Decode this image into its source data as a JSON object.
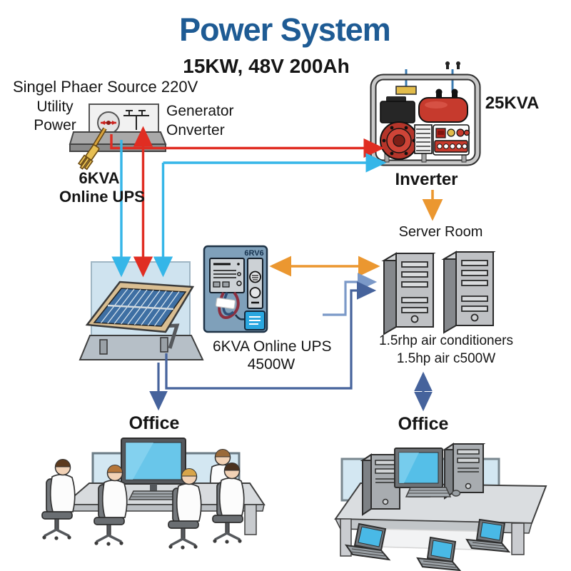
{
  "title": "Power System",
  "subtitle": "15KW, 48V 200Ah",
  "top_left": {
    "source_line": "Singel Phaer Source 220V",
    "utility_line1": "Utility",
    "utility_line2": "Power",
    "gen_conv_line1": "Generator",
    "gen_conv_line2": "Onverter",
    "ups_line1": "6KVA",
    "ups_line2": "Online UPS"
  },
  "generator": {
    "rating": "25KVA",
    "label": "Inverter"
  },
  "server_room": {
    "label": "Server Room",
    "ac_line1": "1.5rhp air conditioners",
    "ac_line2": "1.5hp air c500W"
  },
  "ups_unit": {
    "tag": "6RV6",
    "caption_line1": "6KVA Online UPS",
    "caption_line2": "4500W"
  },
  "offices": {
    "left_label": "Office",
    "right_label": "Office"
  },
  "colors": {
    "title_blue": "#1e5b94",
    "arrow_red": "#e02d22",
    "arrow_cyan": "#35b6e8",
    "arrow_orange": "#eb9730",
    "arrow_steel": "#7b99c8",
    "arrow_navy": "#46639c",
    "ups_body": "#7fa0ba",
    "outlet_blue": "#2aa7e0",
    "panel_blue": "#3e6fa3"
  }
}
